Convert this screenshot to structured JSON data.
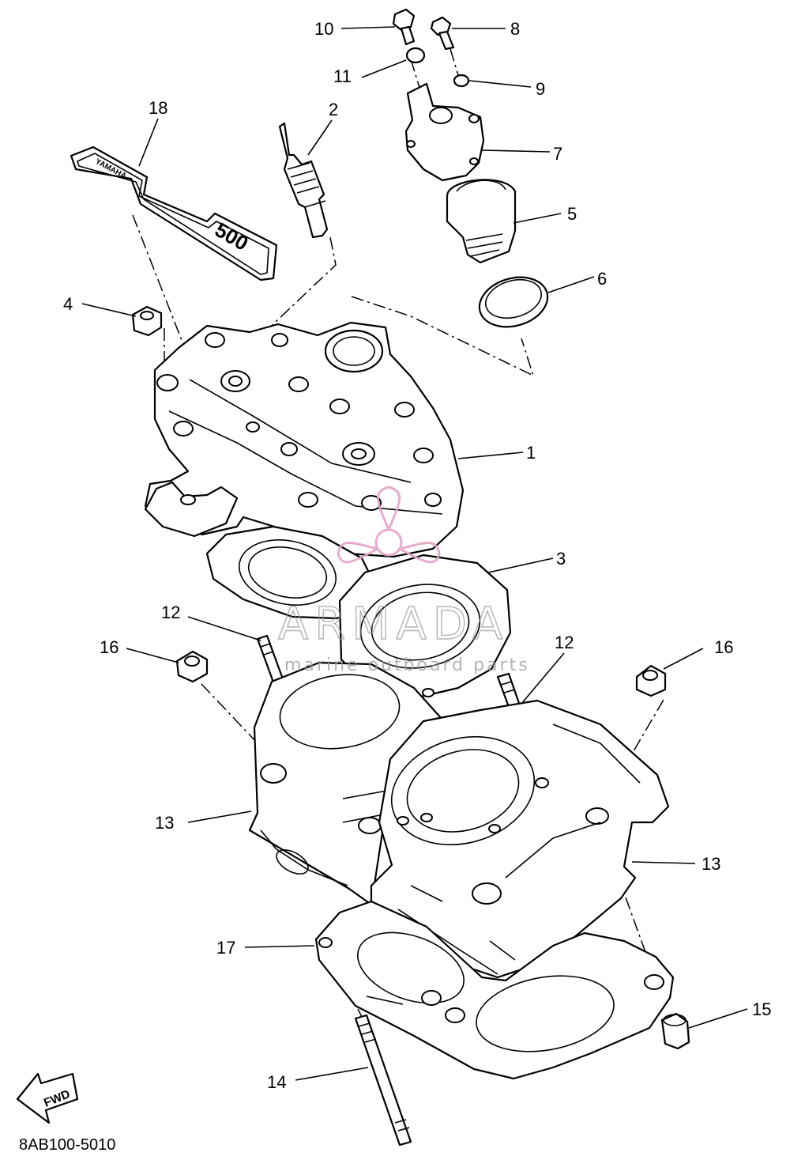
{
  "diagram": {
    "callouts": [
      {
        "id": "c10",
        "label": "10"
      },
      {
        "id": "c8",
        "label": "8"
      },
      {
        "id": "c11",
        "label": "11"
      },
      {
        "id": "c9",
        "label": "9"
      },
      {
        "id": "c18",
        "label": "18"
      },
      {
        "id": "c2",
        "label": "2"
      },
      {
        "id": "c7",
        "label": "7"
      },
      {
        "id": "c5",
        "label": "5"
      },
      {
        "id": "c6",
        "label": "6"
      },
      {
        "id": "c4",
        "label": "4"
      },
      {
        "id": "c1",
        "label": "1"
      },
      {
        "id": "c3",
        "label": "3"
      },
      {
        "id": "c12a",
        "label": "12"
      },
      {
        "id": "c12b",
        "label": "12"
      },
      {
        "id": "c16a",
        "label": "16"
      },
      {
        "id": "c16b",
        "label": "16"
      },
      {
        "id": "c13a",
        "label": "13"
      },
      {
        "id": "c13b",
        "label": "13"
      },
      {
        "id": "c17",
        "label": "17"
      },
      {
        "id": "c15",
        "label": "15"
      },
      {
        "id": "c14",
        "label": "14"
      }
    ],
    "part_number": "8AB100-5010",
    "fwd_label": "FWD",
    "emblem": {
      "brand": "YAMAHA",
      "model": "500"
    }
  },
  "watermark": {
    "brand": "ARMADA",
    "tagline": "marine outboard parts",
    "color": "#e6a3c7"
  }
}
